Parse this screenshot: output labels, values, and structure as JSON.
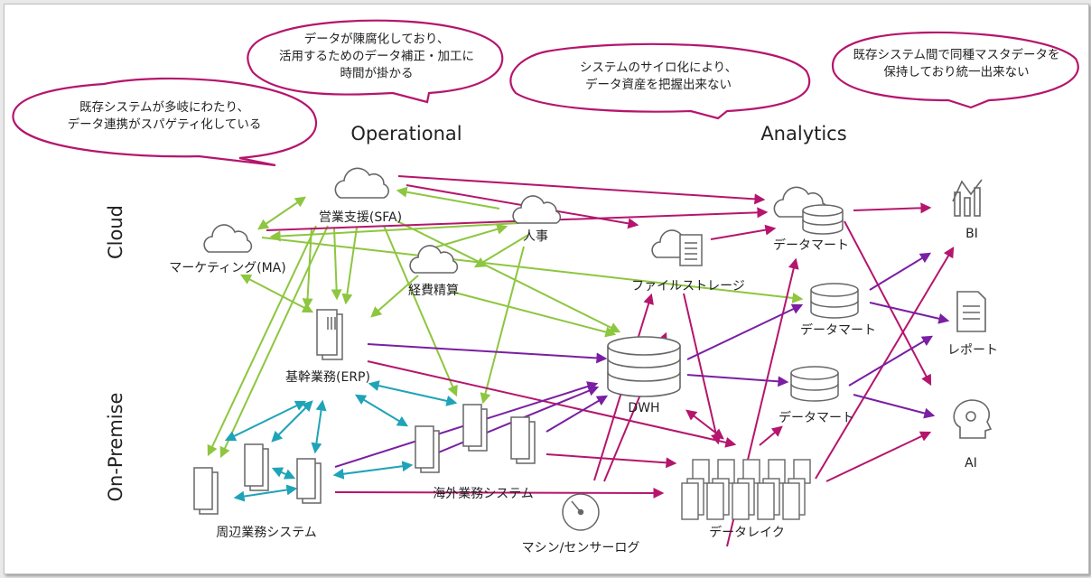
{
  "colors": {
    "green": "#8dc63f",
    "magenta": "#b5156d",
    "purple": "#7a1fa2",
    "teal": "#1fa3b8",
    "bubble_border": "#b5156d",
    "icon_stroke": "#666666"
  },
  "headers": {
    "operational": "Operational",
    "analytics": "Analytics",
    "cloud": "Cloud",
    "on_premise": "On-Premise"
  },
  "bubbles": {
    "b1": [
      "既存システムが多岐にわたり、",
      "データ連携がスパゲティ化している"
    ],
    "b2": [
      "データが陳腐化しており、",
      "活用するためのデータ補正・加工に",
      "時間が掛かる"
    ],
    "b3": [
      "システムのサイロ化により、",
      "データ資産を把握出来ない"
    ],
    "b4": [
      "既存システム間で同種マスタデータを",
      "保持しており統一出来ない"
    ]
  },
  "nodes": {
    "sfa": "営業支援(SFA)",
    "hr": "人事",
    "ma": "マーケティング(MA)",
    "expense": "経費精算",
    "erp": "基幹業務(ERP)",
    "peripheral": "周辺業務システム",
    "overseas": "海外業務システム",
    "machine": "マシン/センサーログ",
    "file_storage": "ファイルストレージ",
    "dwh": "DWH",
    "datalake": "データレイク",
    "mart1": "データマート",
    "mart2": "データマート",
    "mart3": "データマート",
    "bi": "BI",
    "report": "レポート",
    "ai": "AI"
  },
  "icons": {
    "sfa": "cloud-icon",
    "hr": "cloud-icon",
    "ma": "cloud-icon",
    "expense": "cloud-icon",
    "erp": "server-icon",
    "peripheral": "server-icon",
    "overseas": "server-icon",
    "machine": "gauge-icon",
    "file_storage": "cloud-document-icon",
    "dwh": "database-icon",
    "datalake": "server-cluster-icon",
    "mart": "database-icon",
    "bi": "chart-icon",
    "report": "document-icon",
    "ai": "ai-head-icon"
  }
}
